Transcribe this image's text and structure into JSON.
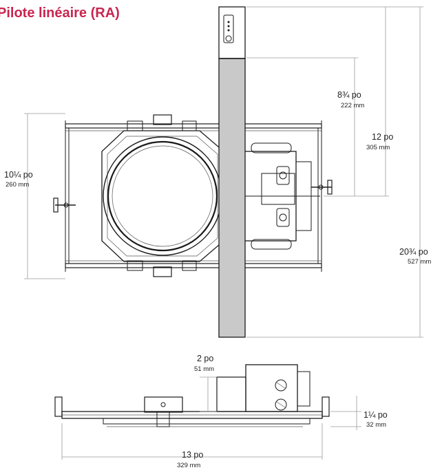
{
  "title": "Pilote linéaire (RA)",
  "colors": {
    "title": "#c8264f",
    "line": "#1a1a1a",
    "bar": "#c9c9c9",
    "dimension": "#9a9a9a"
  },
  "dimensions": {
    "height_top": {
      "in": "8¾ po",
      "mm": "222  mm"
    },
    "height_mid": {
      "in": "12 po",
      "mm": "305 mm"
    },
    "height_total": {
      "in": "20¾ po",
      "mm": "527  mm"
    },
    "width_frame": {
      "in": "10¼ po",
      "mm": "260  mm"
    },
    "side_height": {
      "in": "2 po",
      "mm": "51 mm"
    },
    "side_depth": {
      "in": "1¼ po",
      "mm": "32  mm"
    },
    "side_length": {
      "in": "13 po",
      "mm": "329 mm"
    }
  }
}
